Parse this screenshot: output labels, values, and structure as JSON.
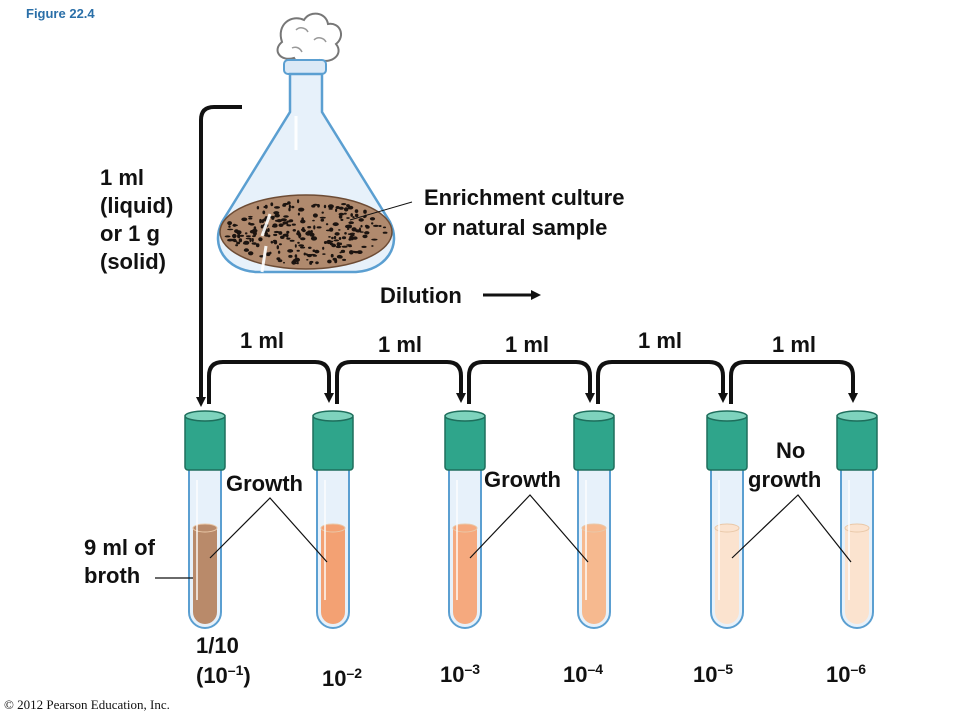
{
  "figure_label": "Figure 22.4",
  "copyright": "© 2012 Pearson Education, Inc.",
  "sample": {
    "transfer_lines": [
      "1 ml",
      "(liquid)",
      "or 1 g",
      "(solid)"
    ],
    "flask_label_lines": [
      "Enrichment culture",
      "or natural sample"
    ]
  },
  "dilution_label": "Dilution",
  "transfers": [
    "1 ml",
    "1 ml",
    "1 ml",
    "1 ml",
    "1 ml"
  ],
  "broth_label_lines": [
    "9 ml of",
    "broth"
  ],
  "growth_groups": [
    {
      "label_lines": [
        "Growth"
      ]
    },
    {
      "label_lines": [
        "Growth"
      ]
    },
    {
      "label_lines": [
        "No",
        "growth"
      ]
    }
  ],
  "tubes": [
    {
      "base": "1/10",
      "sub_base": "(10",
      "exp": "–1",
      "suffix": ")",
      "fill_color": "#b98a6a"
    },
    {
      "base": "10",
      "exp": "–2",
      "fill_color": "#f3a173"
    },
    {
      "base": "10",
      "exp": "–3",
      "fill_color": "#f5a97e"
    },
    {
      "base": "10",
      "exp": "–4",
      "fill_color": "#f6b98f"
    },
    {
      "base": "10",
      "exp": "–5",
      "fill_color": "#fbe3cf"
    },
    {
      "base": "10",
      "exp": "–6",
      "fill_color": "#fbe3cf"
    }
  ],
  "colors": {
    "cap": "#2fa58b",
    "cap_top": "#7ed3bd",
    "glass": "#e7f1fa",
    "glass_edge": "#5b9fd1",
    "soil": "#b08a6e",
    "arrow": "#111111"
  }
}
